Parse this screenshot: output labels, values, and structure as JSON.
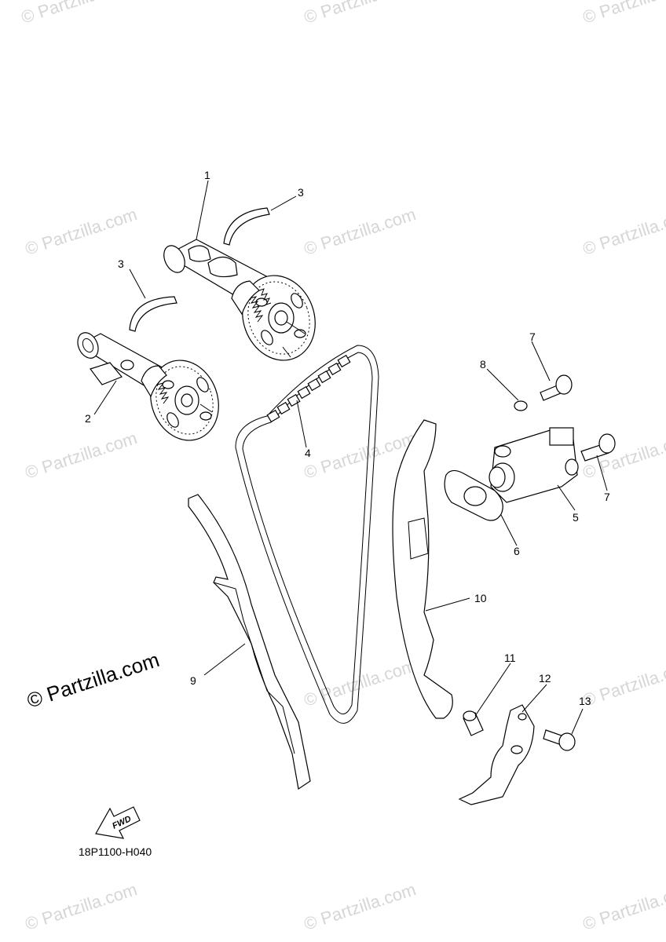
{
  "watermark": {
    "text": "© Partzilla.com",
    "main_text": "© Partzilla.com"
  },
  "diagram_code": "18P1100-H040",
  "fwd_label": "FWD",
  "callouts": [
    {
      "number": "1"
    },
    {
      "number": "2"
    },
    {
      "number": "3"
    },
    {
      "number": "3"
    },
    {
      "number": "4"
    },
    {
      "number": "5"
    },
    {
      "number": "6"
    },
    {
      "number": "7"
    },
    {
      "number": "7"
    },
    {
      "number": "8"
    },
    {
      "number": "9"
    },
    {
      "number": "10"
    },
    {
      "number": "11"
    },
    {
      "number": "12"
    },
    {
      "number": "13"
    }
  ]
}
